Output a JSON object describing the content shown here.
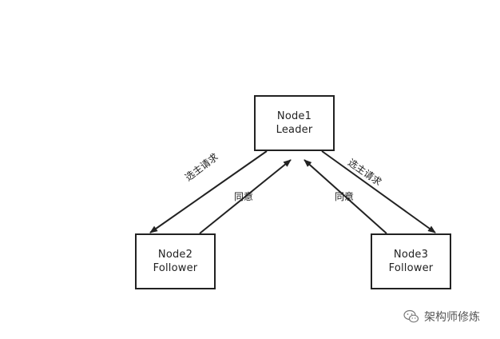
{
  "nodes": {
    "node1": {
      "name": "Node1",
      "role": "Leader"
    },
    "node2": {
      "name": "Node2",
      "role": "Follower"
    },
    "node3": {
      "name": "Node3",
      "role": "Follower"
    }
  },
  "edges": {
    "req_left": "选主请求",
    "ack_left": "同意",
    "ack_right": "同意",
    "req_right": "选主请求"
  },
  "watermark": {
    "text": "架构师修炼",
    "icon": "wechat-icon"
  },
  "colors": {
    "line": "#222222",
    "background": "#ffffff"
  }
}
